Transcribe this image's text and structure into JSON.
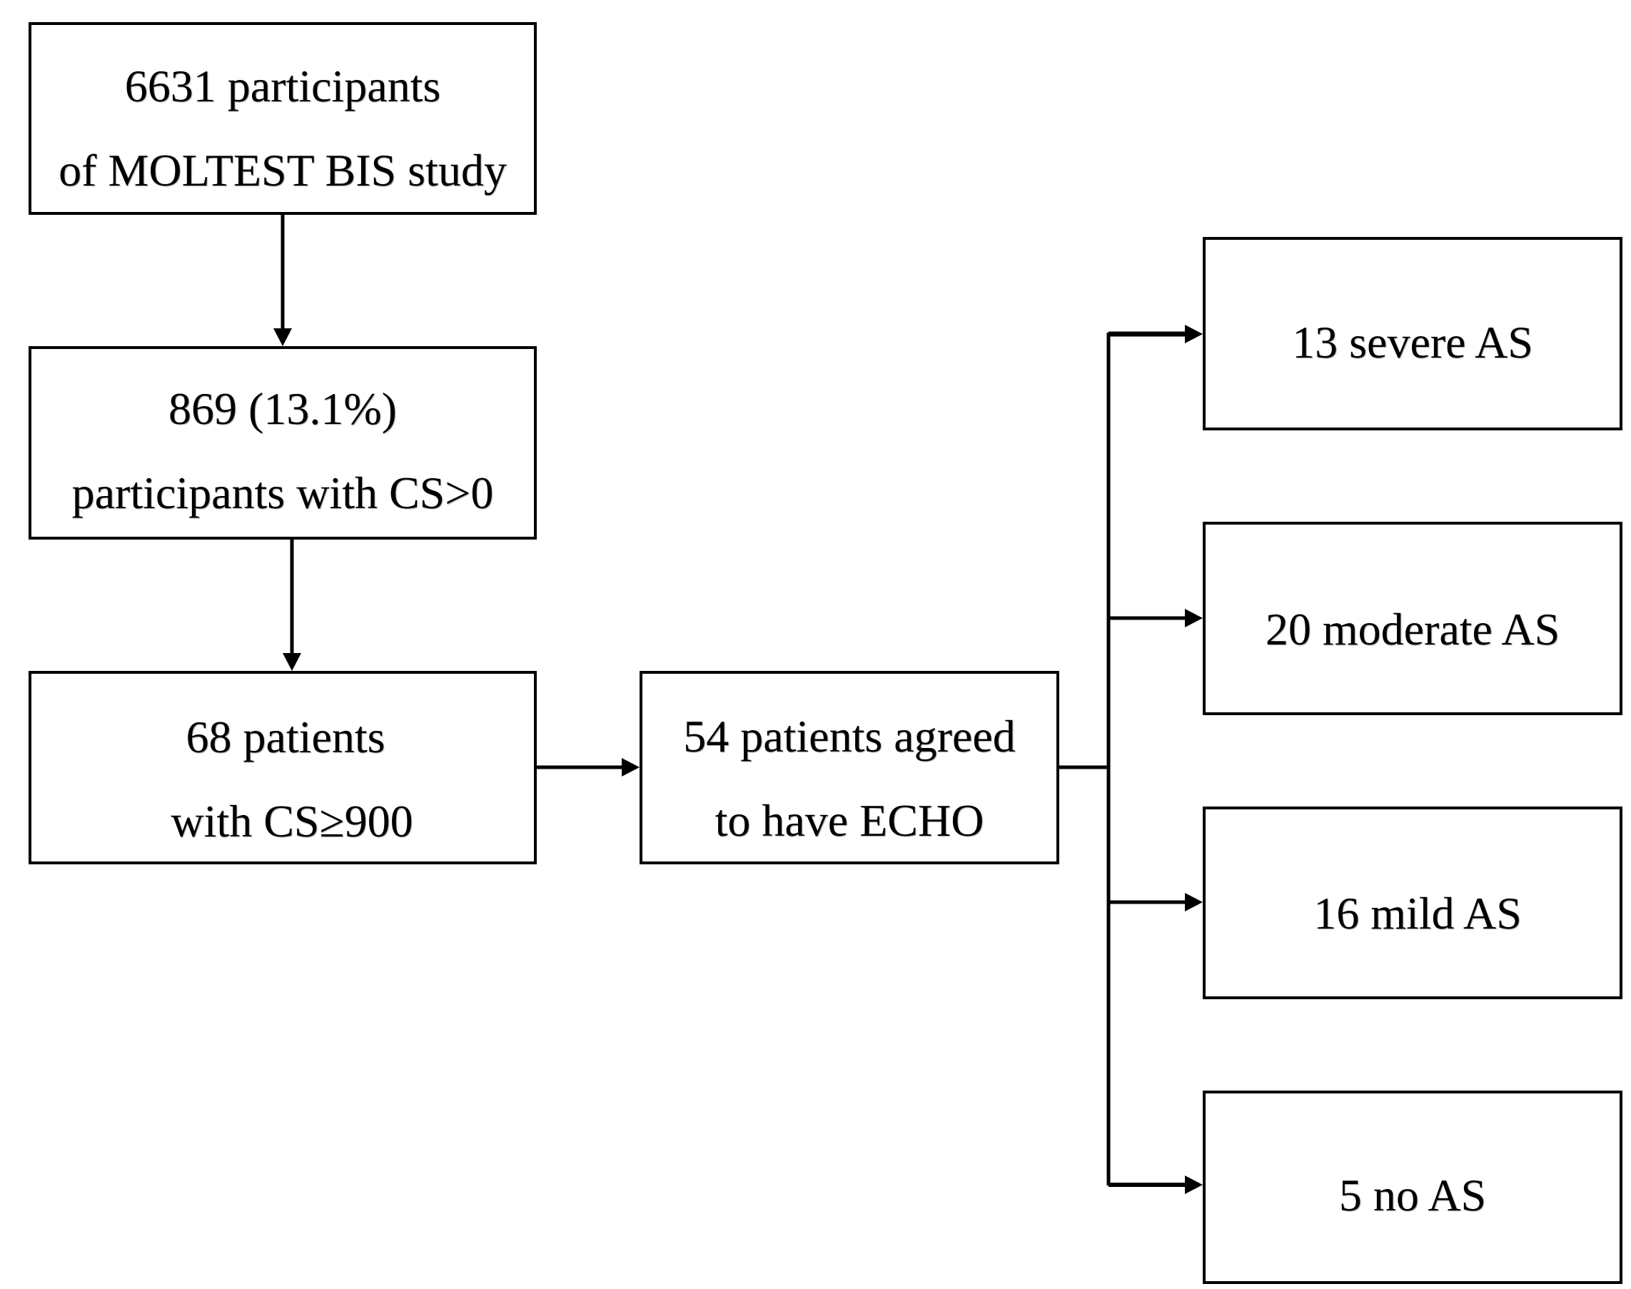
{
  "flowchart": {
    "participants": {
      "line1": "6631 participants",
      "line2": "of MOLTEST BIS study"
    },
    "cs_positive": {
      "line1": "869 (13.1%)",
      "line2": "participants with CS>0"
    },
    "cs_900": {
      "line1": "68 patients",
      "line2": "with CS≥900"
    },
    "echo": {
      "line1": "54 patients agreed",
      "line2": "to have ECHO"
    },
    "outcomes": {
      "severe": "13 severe AS",
      "moderate": "20 moderate AS",
      "mild": "16 mild AS",
      "none": "5 no AS"
    }
  }
}
